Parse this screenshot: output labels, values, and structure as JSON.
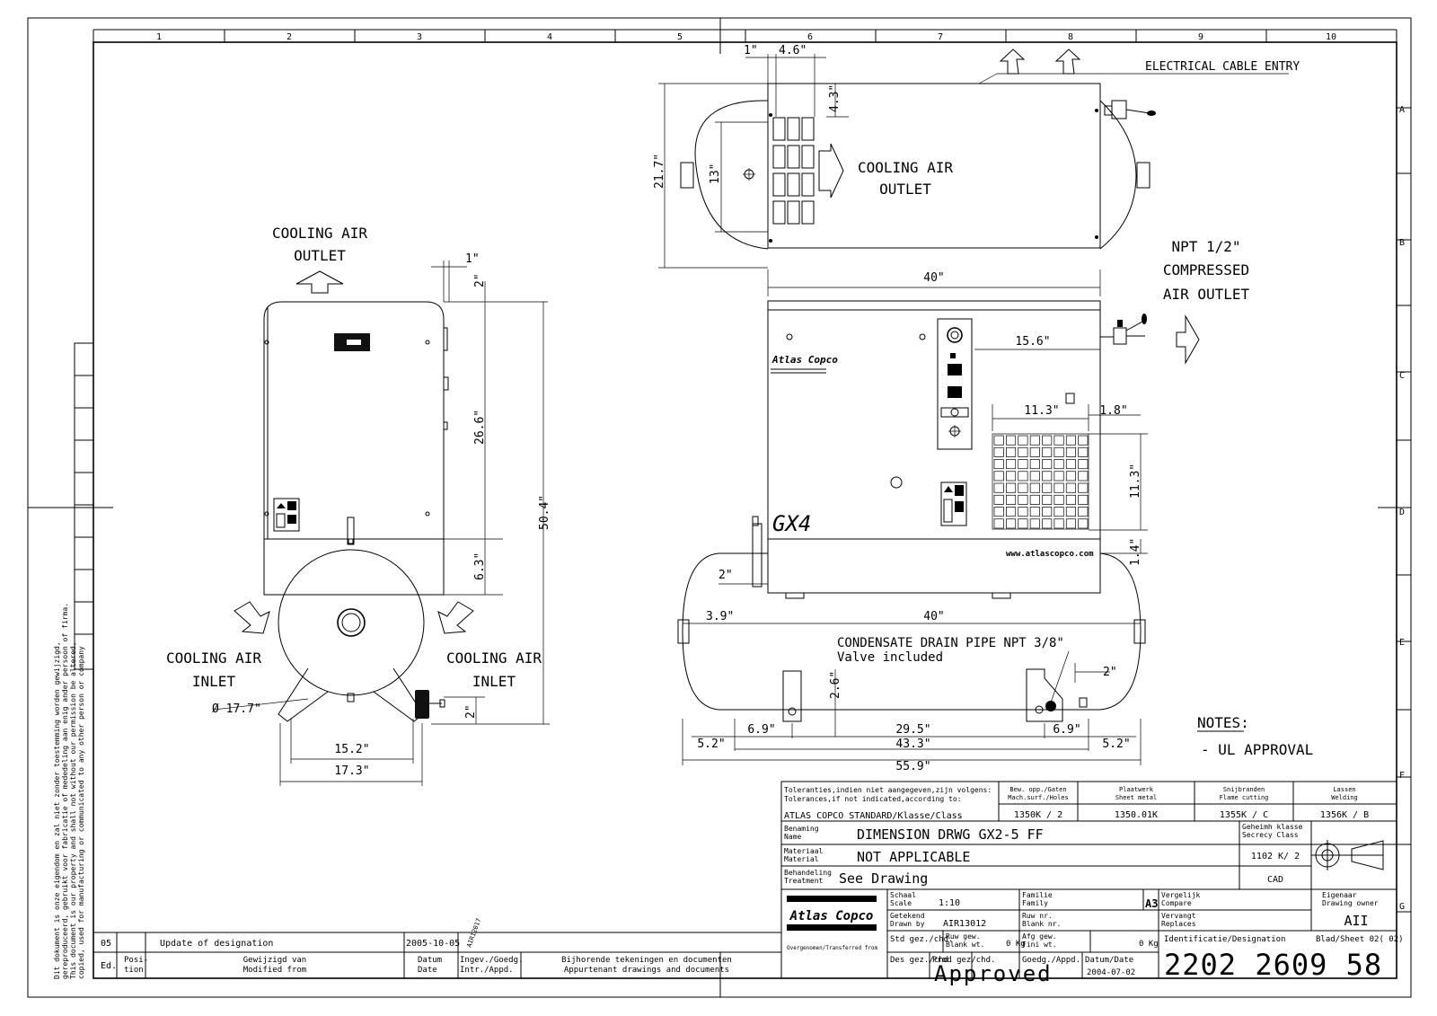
{
  "grid": {
    "columns": [
      "1",
      "2",
      "3",
      "4",
      "5",
      "6",
      "7",
      "8",
      "9",
      "10"
    ],
    "rows": [
      "A",
      "B",
      "C",
      "D",
      "E",
      "F",
      "G"
    ]
  },
  "labels": {
    "electrical_cable_entry": "ELECTRICAL CABLE ENTRY",
    "cooling_air_outlet_l1": "COOLING AIR",
    "cooling_air_outlet_l2": "OUTLET",
    "cooling_air_inlet_l1": "COOLING AIR",
    "cooling_air_inlet_l2": "INLET",
    "npt_l1": "NPT 1/2\"",
    "npt_l2": "COMPRESSED",
    "npt_l3": "AIR OUTLET",
    "condensate_l1": "CONDENSATE DRAIN PIPE NPT 3/8\"",
    "condensate_l2": "Valve included",
    "brand": "Atlas Copco",
    "model": "GX4",
    "website": "www.atlascopco.com",
    "notes_title": "NOTES:",
    "notes_item": "- UL APPROVAL"
  },
  "dims": {
    "top_1": "1\"",
    "top_4_6": "4.6\"",
    "top_4_3": "4.3\"",
    "top_21_7": "21.7\"",
    "top_13": "13\"",
    "front_40a": "40\"",
    "front_15_6": "15.6\"",
    "front_11_3h": "11.3\"",
    "front_1_8": "1.8\"",
    "front_11_3v": "11.3\"",
    "front_1_4": "1.4\"",
    "front_2": "2\"",
    "front_3_9": "3.9\"",
    "front_40b": "40\"",
    "front_2_6": "2.6\"",
    "front_2r": "2\"",
    "front_6_9a": "6.9\"",
    "front_29_5": "29.5\"",
    "front_6_9b": "6.9\"",
    "front_5_2a": "5.2\"",
    "front_43_3": "43.3\"",
    "front_5_2b": "5.2\"",
    "front_55_9": "55.9\"",
    "side_1": "1\"",
    "side_2": "2\"",
    "side_26_6": "26.6\"",
    "side_50_4": "50.4\"",
    "side_6_3": "6.3\"",
    "side_dia": "Ø 17.7\"",
    "side_2b": "2\"",
    "side_15_2": "15.2\"",
    "side_17_3": "17.3\""
  },
  "revision": {
    "ed": "05",
    "description": "Update of designation",
    "date": "2005-10-05",
    "initials": "AIR12017",
    "h_ed": "Ed.",
    "h_pos_1": "Posi-",
    "h_pos_2": "tion",
    "h_mod_1": "Gewijzigd van",
    "h_mod_2": "Modified from",
    "h_date_1": "Datum",
    "h_date_2": "Date",
    "h_ingev_1": "Ingev./Goedg.",
    "h_ingev_2": "Intr./Appd.",
    "h_docs_1": "Bijhorende tekeningen en documenten",
    "h_docs_2": "Appurtenant drawings and documents"
  },
  "side_note": {
    "l1": "Dit dokument is onze eigendom en zal niet zonder toestemming worden gewijzigd,",
    "l2": "gereproduceerd, gebruikt voor fabricatie of mededeling aan enig ander persoon of firma.",
    "l3": "This document is our property and shall not without our permission be altered,",
    "l4": "copied, used for manufacturing or communicated to any other person or company"
  },
  "title_block": {
    "tol_1": "Toleranties,indien niet aangegeven,zijn volgens:",
    "tol_2": "Tolerances,if not indicated,according to:",
    "standard": "ATLAS COPCO STANDARD/Klasse/Class",
    "h1_a": "Bew. opp./Gaten",
    "h1_b": "Mach.surf./Holes",
    "v1": "1350K / 2",
    "h2_a": "Plaatwerk",
    "h2_b": "Sheet metal",
    "v2": "1350.01K",
    "h3_a": "Snijbranden",
    "h3_b": "Flame cutting",
    "v3": "1355K / C",
    "h4_a": "Lassen",
    "h4_b": "Welding",
    "v4": "1356K / B",
    "name_nl": "Benaming",
    "name_en": "Name",
    "name_value": "DIMENSION DRWG   GX2-5 FF",
    "mat_nl": "Materiaal",
    "mat_en": "Material",
    "mat_value": "NOT APPLICABLE",
    "treat_nl": "Behandeling",
    "treat_en": "Treatment",
    "treat_value": "See Drawing",
    "secrecy_nl": "Geheimh klasse",
    "secrecy_en": "Secrecy Class",
    "secrecy_value": "1102 K/ 2",
    "cad": "CAD",
    "scale_nl": "Schaal",
    "scale_en": "Scale",
    "scale_value": "1:10",
    "family_nl": "Familie",
    "family_en": "Family",
    "format": "A3",
    "compare_nl": "Vergelijk",
    "compare_en": "Compare",
    "owner_nl": "Eigenaar",
    "owner_en": "Drawing owner",
    "owner_value": "AII",
    "drawn_nl": "Getekend",
    "drawn_en": "Drawn by",
    "drawn_value": "AIR13012",
    "raw_nl": "Ruw nr.",
    "raw_en": "Blank nr.",
    "replaces_nl": "Vervangt",
    "replaces_en": "Replaces",
    "std_nl": "Std gez./chd.",
    "rw_nl": "Ruw gew.",
    "rw_en": "Blank wt.",
    "rw_value": "0 Kg",
    "fw_nl": "Afg gew.",
    "fw_en": "Fini wt.",
    "fw_value": "0 Kg",
    "ident": "Identificatie/Designation",
    "sheet": "Blad/Sheet 02( 02)",
    "des_nl": "Des gez./chd.",
    "prod_nl": "Prod gez/chd.",
    "goedg": "Goedg./Appd.",
    "datum_date": "Datum/Date",
    "date_value": "2004-07-02",
    "approved": "Approved",
    "transferred": "Overgenomen/Transferred from",
    "designation": "2202 2609 58"
  }
}
